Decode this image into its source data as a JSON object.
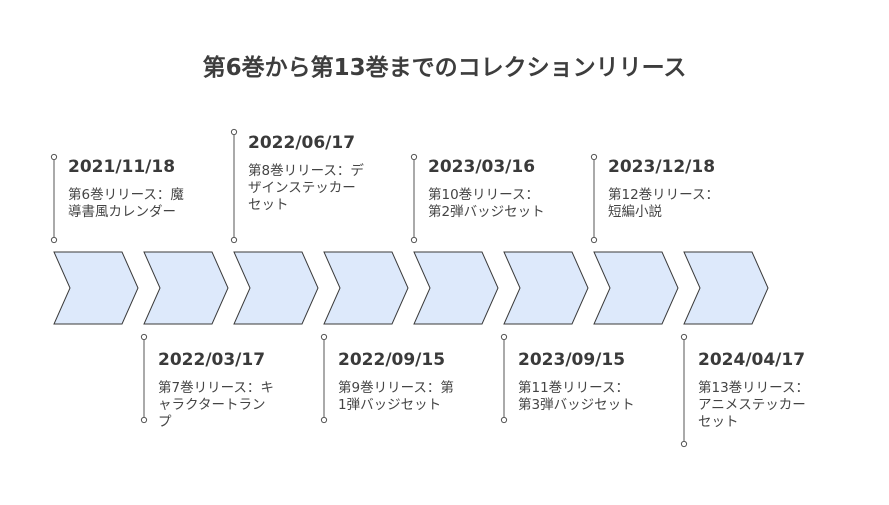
{
  "title": "第6巻から第13巻までのコレクションリリース",
  "colors": {
    "chevron_fill": "#dde9fb",
    "chevron_stroke": "#3a3a3a",
    "connector": "#555555",
    "text": "#3a3a3a"
  },
  "events": [
    {
      "date": "2021/11/18",
      "description": "第6巻リリース：魔導書風カレンダー",
      "position": "top"
    },
    {
      "date": "2022/03/17",
      "description": "第7巻リリース：キャラクタートランプ",
      "position": "bottom"
    },
    {
      "date": "2022/06/17",
      "description": "第8巻リリース：デザインステッカーセット",
      "position": "top"
    },
    {
      "date": "2022/09/15",
      "description": "第9巻リリース：第1弾バッジセット",
      "position": "bottom"
    },
    {
      "date": "2023/03/16",
      "description": "第10巻リリース：第2弾バッジセット",
      "position": "top"
    },
    {
      "date": "2023/09/15",
      "description": "第11巻リリース：第3弾バッジセット",
      "position": "bottom"
    },
    {
      "date": "2023/12/18",
      "description": "第12巻リリース：短編小説",
      "position": "top"
    },
    {
      "date": "2024/04/17",
      "description": "第13巻リリース：アニメステッカーセット",
      "position": "bottom"
    }
  ]
}
